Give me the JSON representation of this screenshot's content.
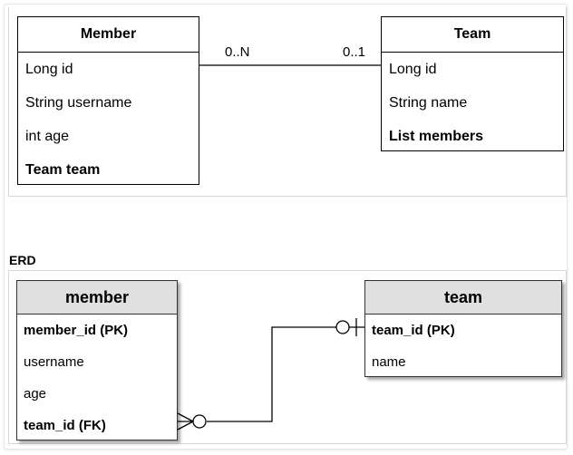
{
  "class_diagram": {
    "member": {
      "title": "Member",
      "fields": [
        {
          "text": "Long id",
          "bold": false
        },
        {
          "text": "String username",
          "bold": false
        },
        {
          "text": "int age",
          "bold": false
        },
        {
          "text": "Team team",
          "bold": true
        }
      ]
    },
    "team": {
      "title": "Team",
      "fields": [
        {
          "text": "Long id",
          "bold": false
        },
        {
          "text": "String name",
          "bold": false
        },
        {
          "text": "List members",
          "bold": true
        }
      ]
    },
    "association": {
      "member_side": "0..N",
      "team_side": "0..1"
    }
  },
  "erd": {
    "section_label": "ERD",
    "member": {
      "title": "member",
      "columns": [
        {
          "text": "member_id (PK)",
          "bold": true
        },
        {
          "text": "username",
          "bold": false
        },
        {
          "text": "age",
          "bold": false
        },
        {
          "text": "team_id (FK)",
          "bold": true
        }
      ]
    },
    "team": {
      "title": "team",
      "columns": [
        {
          "text": "team_id (PK)",
          "bold": true
        },
        {
          "text": "name",
          "bold": false
        }
      ]
    },
    "relationship": {
      "member_end": "zero-or-many",
      "team_end": "zero-or-one"
    }
  }
}
